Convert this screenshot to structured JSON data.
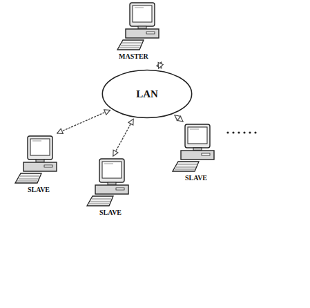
{
  "diagram": {
    "nodes": [
      {
        "text": [
          "MASTER"
        ]
      },
      {
        "text": [
          "LAN"
        ]
      },
      {
        "text": [
          "SLAVE"
        ]
      },
      {
        "text": [
          "SLAVE"
        ]
      },
      {
        "text": [
          "SLAVE"
        ]
      }
    ],
    "edges": [
      {
        "from": 0,
        "to": 1,
        "arrow": "both"
      },
      {
        "from": 2,
        "to": 1,
        "arrow": "both"
      },
      {
        "from": 3,
        "to": 1,
        "arrow": "both"
      },
      {
        "from": 4,
        "to": 1,
        "arrow": "both"
      }
    ]
  }
}
